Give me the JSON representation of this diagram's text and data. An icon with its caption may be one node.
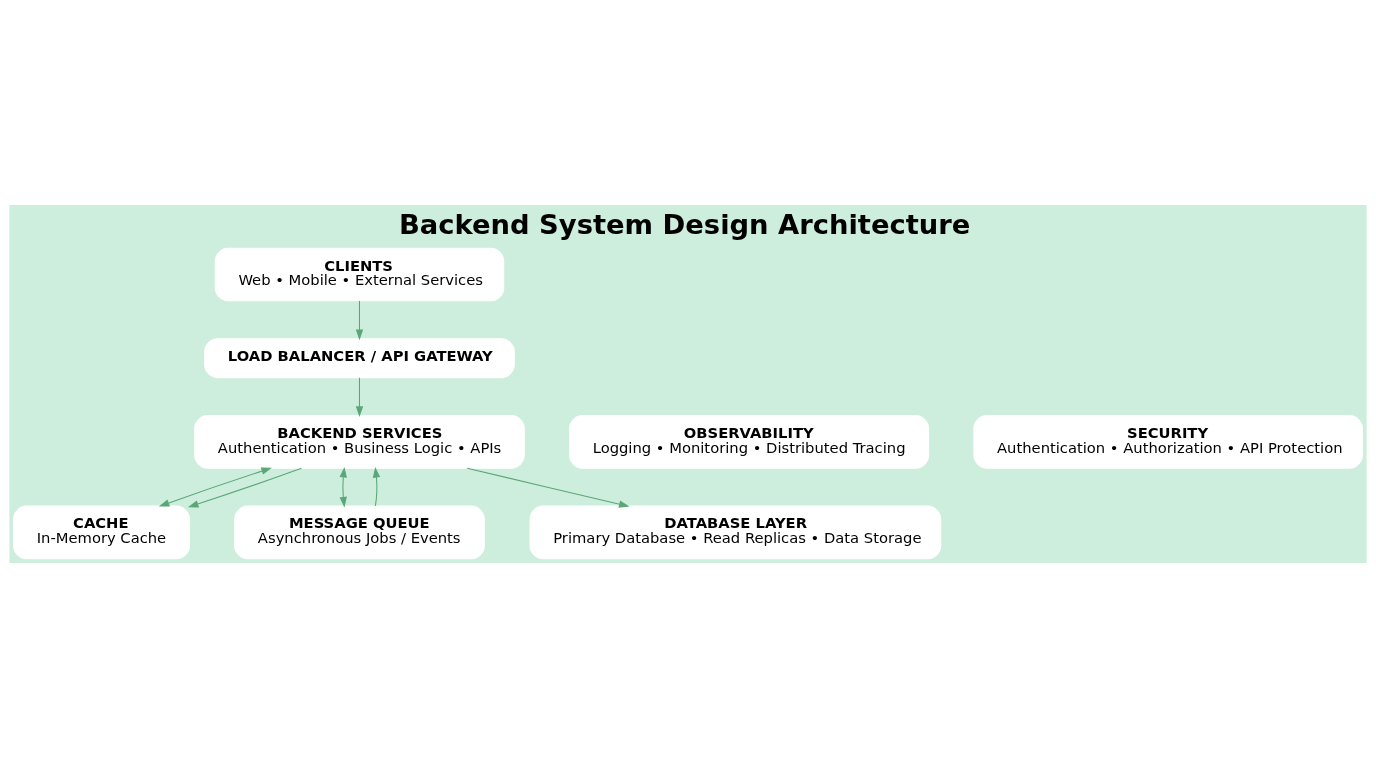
{
  "diagram": {
    "title": "Backend System Design Architecture",
    "nodes": [
      {
        "text": [
          "CLIENTS",
          "Web • Mobile • External Services"
        ]
      },
      {
        "text": [
          "LOAD BALANCER / API GATEWAY"
        ]
      },
      {
        "text": [
          "BACKEND SERVICES",
          "Authentication • Business Logic • APIs"
        ]
      },
      {
        "text": [
          "OBSERVABILITY",
          "Logging • Monitoring • Distributed Tracing"
        ]
      },
      {
        "text": [
          "SECURITY",
          "Authentication • Authorization • API Protection"
        ]
      },
      {
        "text": [
          "CACHE",
          "In-Memory Cache"
        ]
      },
      {
        "text": [
          "MESSAGE QUEUE",
          "Asynchronous Jobs / Events"
        ]
      },
      {
        "text": [
          "DATABASE LAYER",
          "Primary Database • Read Replicas • Data Storage"
        ]
      }
    ],
    "edges": [
      {
        "from": 0,
        "to": 1,
        "arrow": "to"
      },
      {
        "from": 1,
        "to": 2,
        "arrow": "to"
      },
      {
        "from": 2,
        "to": 5,
        "arrow": "both"
      },
      {
        "from": 2,
        "to": 5,
        "arrow": "to"
      },
      {
        "from": 2,
        "to": 7,
        "arrow": "to"
      },
      {
        "from": 2,
        "to": 6,
        "arrow": "both"
      },
      {
        "from": 6,
        "to": 2,
        "arrow": "to"
      }
    ]
  }
}
